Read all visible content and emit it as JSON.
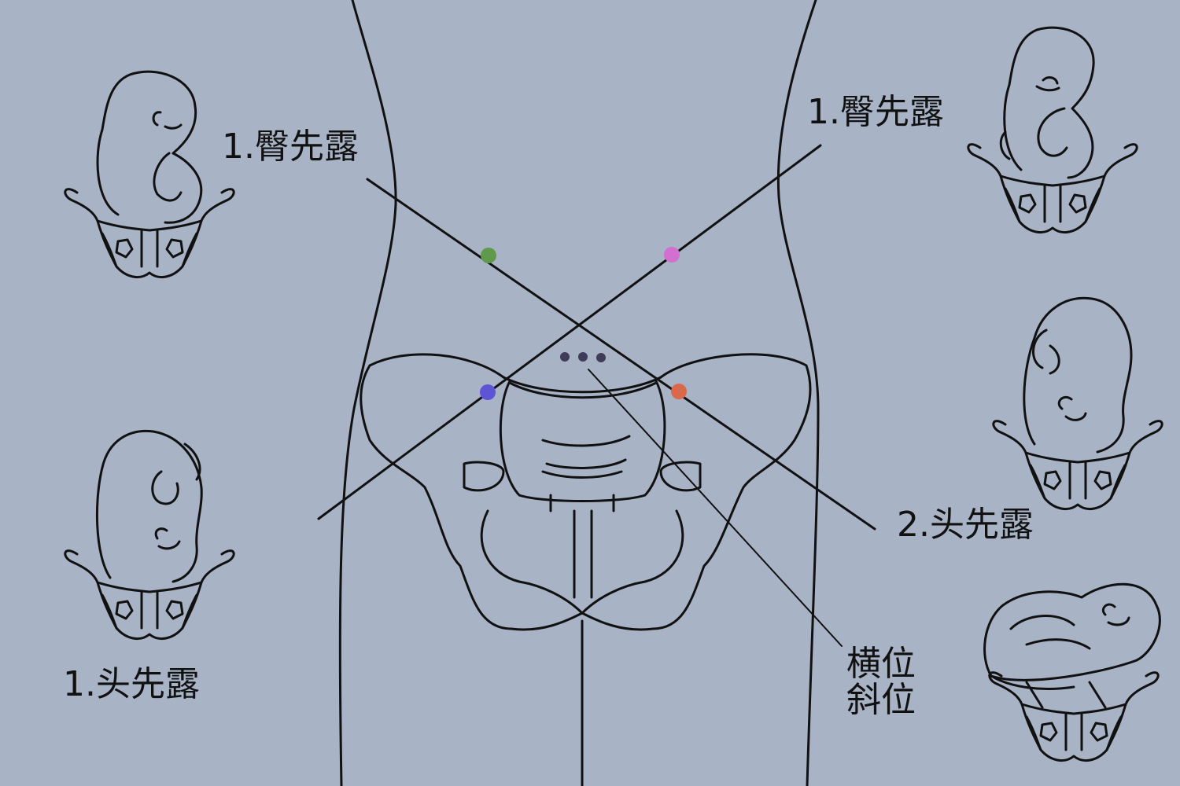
{
  "labels": {
    "upper_left_breech": "1.臀先露",
    "upper_right_breech": "1.臀先露",
    "lower_left_head": "1.头先露",
    "lower_right_head": "2.头先露",
    "transverse": "横位",
    "oblique": "斜位"
  },
  "colors": {
    "background": "#a8b3c6",
    "line": "#111111",
    "dot_green": "#5f9a4c",
    "dot_magenta": "#d36fd0",
    "dot_blue": "#5d54d6",
    "dot_orange": "#d9684c",
    "dot_dark": "#3f3c5a"
  }
}
